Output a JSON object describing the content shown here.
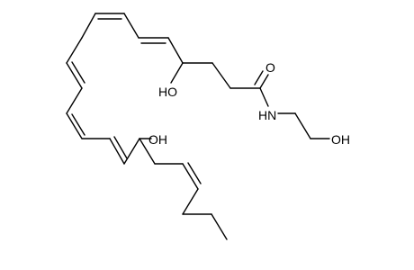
{
  "molecule": {
    "atom_labels": {
      "oxygen_carbonyl": "O",
      "hydroxyl_chain": "HO",
      "amide_nitrogen": "HN",
      "hydroxyl_ethanol": "OH",
      "hydroxyl_lower": "OH"
    },
    "colors": {
      "bond": "#000000",
      "label": "#000000",
      "background": "#ffffff"
    }
  }
}
